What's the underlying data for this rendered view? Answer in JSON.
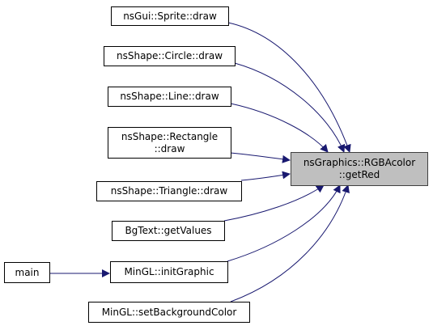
{
  "diagram": {
    "focus": {
      "line1": "nsGraphics::RGBAcolor",
      "line2": "::getRed"
    },
    "callers": [
      {
        "id": "sprite",
        "label": "nsGui::Sprite::draw"
      },
      {
        "id": "circle",
        "label": "nsShape::Circle::draw"
      },
      {
        "id": "line",
        "label": "nsShape::Line::draw"
      },
      {
        "id": "rectangle",
        "line1": "nsShape::Rectangle",
        "line2": "::draw"
      },
      {
        "id": "triangle",
        "label": "nsShape::Triangle::draw"
      },
      {
        "id": "bgtext",
        "label": "BgText::getValues"
      },
      {
        "id": "initgraphic",
        "label": "MinGL::initGraphic"
      },
      {
        "id": "setbg",
        "label": "MinGL::setBackgroundColor"
      }
    ],
    "root": {
      "label": "main"
    },
    "colors": {
      "edge": "#191970",
      "focus_fill": "#bfbfbf",
      "node_border": "#000000"
    }
  }
}
